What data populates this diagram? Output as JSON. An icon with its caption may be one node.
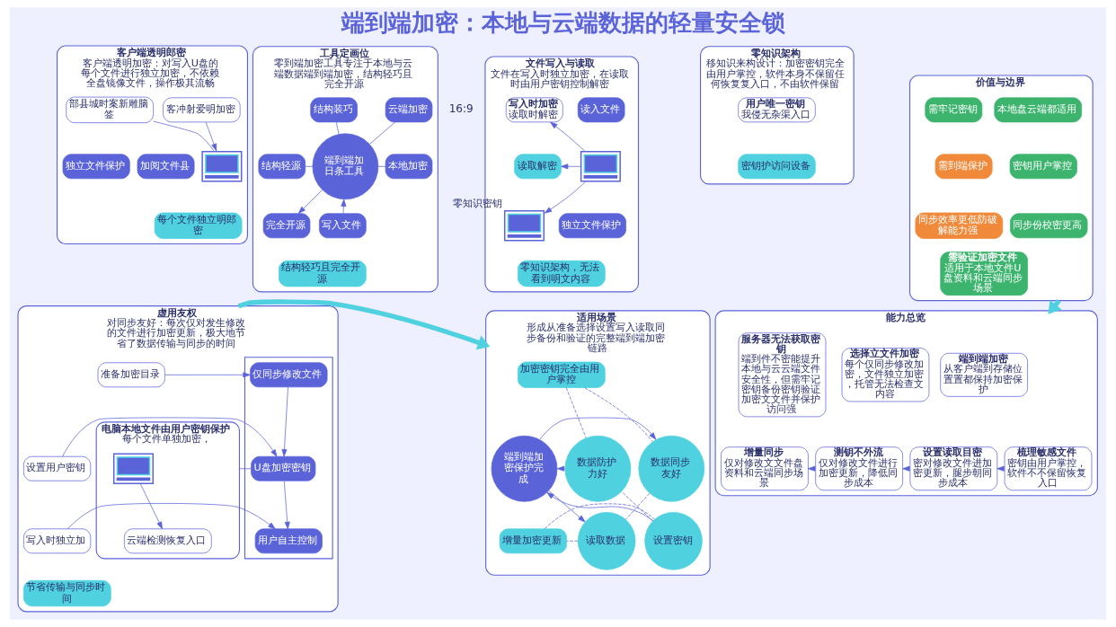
{
  "diagram": {
    "title": "端到端加密：本地与云端数据的轻量安全锁",
    "nodes": [
      {
        "text": [
          "工具定画位",
          "零到端加密工具专注于本地与云端数据端到端加密，结构轻巧且完全开源"
        ]
      },
      {
        "text": [
          "端到端加日条工具"
        ],
        "in": 0
      },
      {
        "text": [
          "云端加密"
        ],
        "in": 0
      },
      {
        "text": [
          "结构装巧"
        ],
        "in": 0
      },
      {
        "text": [
          "结构轻源"
        ],
        "in": 0
      },
      {
        "text": [
          "本地加密"
        ],
        "in": 0
      },
      {
        "text": [
          "写入文件"
        ],
        "in": 0
      },
      {
        "text": [
          "完全开源"
        ],
        "in": 0
      },
      {
        "text": [
          "结构轻巧且完全开源"
        ],
        "in": 0
      },
      {
        "text": [
          "客户端透明郎密",
          "客户端透明加密：对写入U盘的每个文件进行独立加密，不依赖全盘镜像文件，操作极其流畅"
        ]
      },
      {
        "text": [
          "客冲射爱明加密"
        ],
        "in": 9
      },
      {
        "text": [
          "部县城时案新雕脑签"
        ],
        "in": 9
      },
      {
        "text": [],
        "shape": "picture",
        "in": 9
      },
      {
        "text": [
          "加阅文件县"
        ],
        "in": 9
      },
      {
        "text": [
          "独立文件保护"
        ],
        "in": 9
      },
      {
        "text": [
          "每个文件独立明郎密"
        ],
        "in": 9
      },
      {
        "text": [
          "文件写入与读取",
          "文件在写入时独立加密，在读取时由用户密钥控制解密"
        ]
      },
      {
        "text": [
          "读入文件"
        ],
        "in": 16
      },
      {
        "text": [],
        "shape": "picture",
        "in": 16
      },
      {
        "text": [
          "独立文件保护"
        ],
        "in": 16
      },
      {
        "text": [
          "写入时加密",
          "读取时解密"
        ],
        "in": 16
      },
      {
        "text": [
          "读取解密"
        ],
        "in": 16
      },
      {
        "text": [],
        "shape": "picture",
        "in": 16,
        "beside": [
          "零知识密钥"
        ]
      },
      {
        "text": [
          "零知识架构，无法看到明文内容"
        ],
        "in": 16
      },
      {
        "text": [
          "零知识架构",
          "移知识来构设计：加密密钥完全由用户掌控，软件本身不保留任何恢复复入口，不由软件保留"
        ]
      },
      {
        "text": [
          "用户唯一密钥",
          "我侵无杂渠入口"
        ],
        "in": 24
      },
      {
        "text": [
          "密钥护访问设备"
        ],
        "in": 24
      },
      {
        "text": [
          "价值与边界"
        ]
      },
      {
        "text": [
          "本地盘云端都适用"
        ],
        "in": 27
      },
      {
        "text": [
          "需牢记密钥"
        ],
        "in": 27
      },
      {
        "text": [
          "密钥用户掌控"
        ],
        "in": 27
      },
      {
        "text": [
          "需到端保护"
        ],
        "in": 27
      },
      {
        "text": [
          "同步份校密更高"
        ],
        "in": 27
      },
      {
        "text": [
          "同步效率更低防破解能力强"
        ],
        "in": 27
      },
      {
        "text": [
          "需验证加密文件",
          "适用于本地文件U盘资料和云端同步场景"
        ],
        "in": 27
      },
      {
        "text": [
          "虚用友权",
          "对同步友好：每次仅对发生修改的文件进行加密更新，极大地节省了数据传输与同步的时间"
        ]
      },
      {
        "text": [
          "准备加密目录"
        ],
        "in": 35
      },
      {
        "text": [
          "设置用户密钥"
        ],
        "in": 35
      },
      {
        "text": [
          "写入时独立加"
        ],
        "in": 35
      },
      {
        "text": [],
        "shape": "box",
        "in": 35
      },
      {
        "text": [
          "仅同步修改文件"
        ],
        "in": 39
      },
      {
        "text": [
          "U盘加密密钥"
        ],
        "in": 39
      },
      {
        "text": [
          "用户自主控制"
        ],
        "in": 39
      },
      {
        "text": [
          "电脑本地文件由用户密钥保护",
          "每个文件单独加密，"
        ],
        "in": 35
      },
      {
        "text": [],
        "shape": "picture",
        "in": 43
      },
      {
        "text": [
          "云端检测恢复入口"
        ],
        "in": 43
      },
      {
        "text": [
          "节省传输与同步时间"
        ],
        "in": 35
      },
      {
        "text": [
          "适用场景",
          "形成从准备选择设置写入读取同步备份和验证的完整端到端加密链路"
        ]
      },
      {
        "text": [
          "加密密钥完全由用户掌控"
        ],
        "in": 47
      },
      {
        "text": [
          "数据防护力好"
        ],
        "in": 47
      },
      {
        "text": [
          "数据同步友好"
        ],
        "in": 47
      },
      {
        "text": [
          "端到端加密保护完成"
        ],
        "in": 47
      },
      {
        "text": [
          "设置密钥"
        ],
        "in": 47
      },
      {
        "text": [
          "读取数据"
        ],
        "in": 47
      },
      {
        "text": [
          "增量加密更新"
        ],
        "in": 47
      },
      {
        "text": [
          "能力总览"
        ]
      },
      {
        "text": [
          "端到端加密",
          "从客户端到存储位置置都保持加密保护"
        ],
        "in": 55
      },
      {
        "text": [
          "选择立文件加密",
          "每个仅同步修改加密，文件独立加密，托管无法检查文内容"
        ],
        "in": 55
      },
      {
        "text": [
          "服务器无法获取密钥",
          "端到件不密能提升本地与云云端文件安全性，但需牢记密钥备份密钥验证加密文文件并保护访问强"
        ],
        "in": 55
      },
      {
        "text": [
          "梳理敏感文件",
          "密钥由用户掌控，软件不不保留恢复入口"
        ],
        "in": 55
      },
      {
        "text": [
          "设置读取目密",
          "密对修改文件进加密更新，腿步朝同步成本"
        ],
        "in": 55
      },
      {
        "text": [
          "测钥不外流",
          "仅对修改文件进行加密更新，降低同步成本"
        ],
        "in": 55
      },
      {
        "text": [
          "增量同步",
          "仅对修改文文件盘资料和云端同步场景"
        ],
        "in": 55
      }
    ],
    "edges": [
      {
        "from": 6,
        "to": 1,
        "arrow": "to"
      },
      {
        "from": 1,
        "to": 7,
        "arrow": "to"
      },
      {
        "from": 1,
        "to": 2,
        "arrow": "none"
      },
      {
        "from": 1,
        "to": 3,
        "arrow": "none"
      },
      {
        "from": 1,
        "to": 4,
        "arrow": "none"
      },
      {
        "from": 1,
        "to": 5,
        "arrow": "none"
      },
      {
        "from": 10,
        "to": 12,
        "arrow": "to"
      },
      {
        "from": 11,
        "to": 12,
        "arrow": "none"
      },
      {
        "from": 18,
        "to": 20,
        "arrow": "to"
      },
      {
        "from": 18,
        "to": 21,
        "arrow": "to"
      },
      {
        "from": 18,
        "to": 22,
        "arrow": "to"
      },
      {
        "from": 27,
        "to": 55,
        "arrow": "to",
        "style": "thick",
        "color": "#4fd1e0"
      },
      {
        "from": 36,
        "to": 40,
        "arrow": "to"
      },
      {
        "from": 37,
        "to": 41,
        "arrow": "to"
      },
      {
        "from": 38,
        "to": 42,
        "arrow": "to"
      },
      {
        "from": 40,
        "to": 41,
        "arrow": "to"
      },
      {
        "from": 41,
        "to": 42,
        "arrow": "to"
      },
      {
        "from": 41,
        "to": 43,
        "arrow": "none"
      },
      {
        "from": 44,
        "to": 45,
        "arrow": "to"
      },
      {
        "from": 35,
        "to": 47,
        "arrow": "to",
        "style": "thick",
        "color": "#4fd1e0"
      },
      {
        "from": 49,
        "to": 51,
        "arrow": "to"
      },
      {
        "from": 52,
        "to": 51,
        "arrow": "to"
      },
      {
        "from": 51,
        "to": 50,
        "arrow": "to"
      },
      {
        "from": 51,
        "to": 53,
        "arrow": "to"
      },
      {
        "from": 48,
        "to": 49,
        "arrow": "none",
        "style": "dashed"
      },
      {
        "from": 48,
        "to": 50,
        "arrow": "none",
        "style": "dashed"
      },
      {
        "from": 50,
        "to": 53,
        "arrow": "none",
        "style": "dashed"
      },
      {
        "from": 53,
        "to": 54,
        "arrow": "none",
        "style": "dashed"
      },
      {
        "from": 54,
        "to": 52,
        "arrow": "none",
        "style": "dashed"
      },
      {
        "from": 52,
        "to": 49,
        "arrow": "none",
        "style": "dashed"
      },
      {
        "from": 59,
        "to": 60,
        "arrow": "to"
      },
      {
        "from": 60,
        "to": 61,
        "arrow": "to"
      },
      {
        "from": 61,
        "to": 62,
        "arrow": "to"
      }
    ],
    "labels": [
      "16:9"
    ]
  }
}
